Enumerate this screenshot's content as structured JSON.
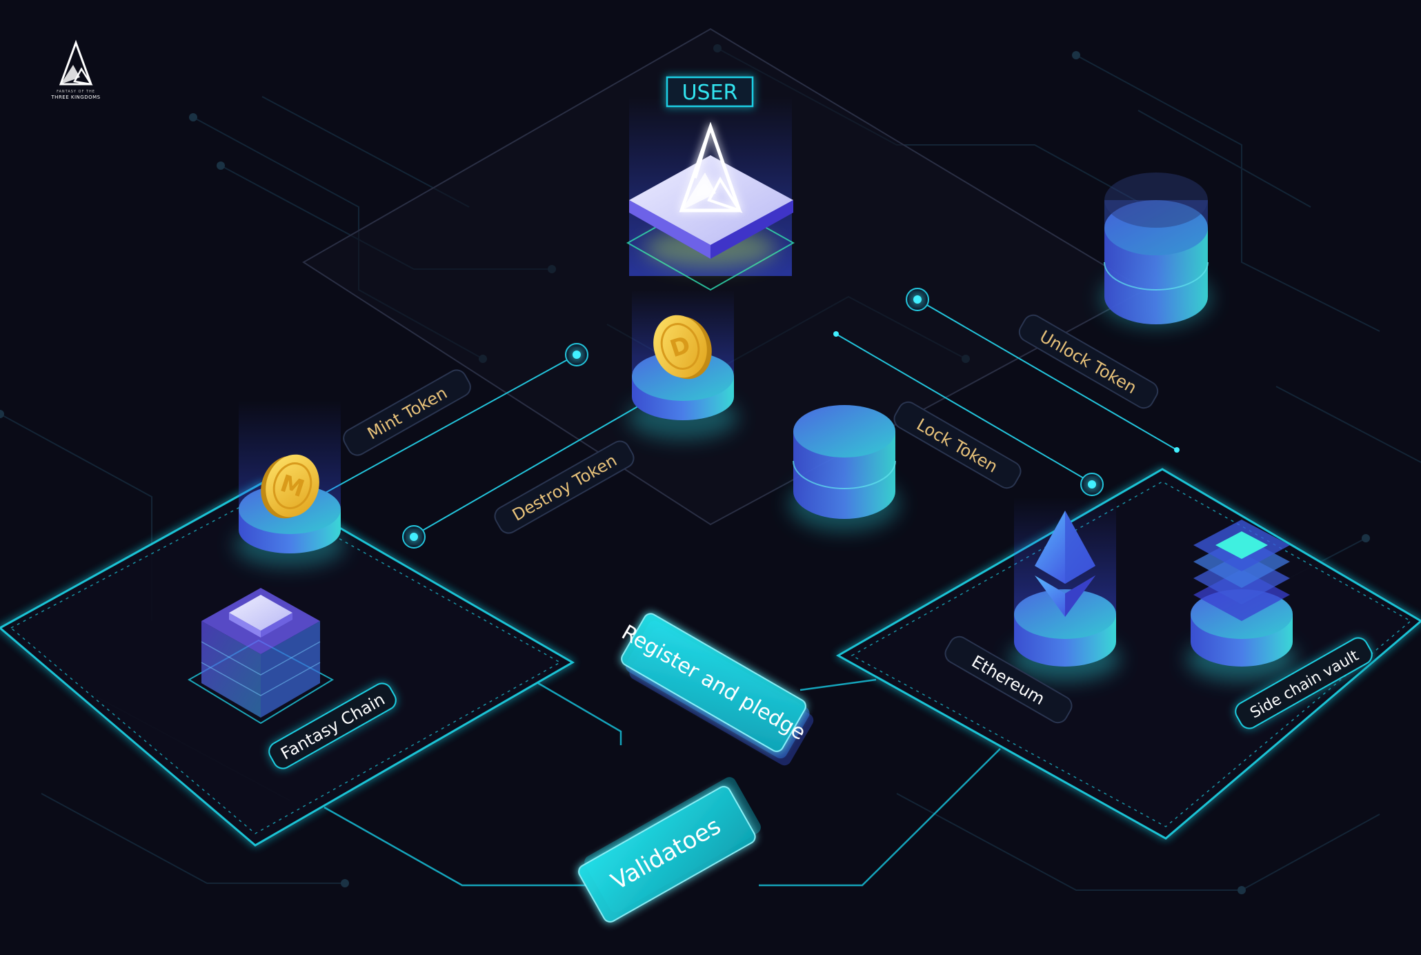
{
  "brand": {
    "logo_text_top": "FANTASY OF THE",
    "logo_text_bottom": "THREE KINGDOMS"
  },
  "nodes": {
    "user": "USER",
    "fantasy_chain": "Fantasy Chain",
    "ethereum": "Ethereum",
    "side_chain_vault": "Side chain vault",
    "register_and_pledge": "Register and pledge",
    "validators": "Validatoes"
  },
  "flows": {
    "mint_token": "Mint Token",
    "destroy_token": "Destroy Token",
    "lock_token": "Lock Token",
    "unlock_token": "Unlock Token"
  },
  "coins": {
    "mint_coin_letter": "M",
    "destroy_coin_letter": "D"
  },
  "colors": {
    "background": "#0a0b17",
    "accent_cyan": "#22e0f0",
    "accent_gold": "#f0c24a",
    "token_label_text": "#e8c27a",
    "node_label_text": "#ffffff",
    "cylinder_blue": "#4a5fd8",
    "cylinder_teal": "#3ad6d6"
  },
  "icons": {
    "logo": "three-kingdoms-logo-icon",
    "user_platform": "user-platform-icon",
    "ethereum": "ethereum-icon",
    "coin": "coin-icon"
  }
}
